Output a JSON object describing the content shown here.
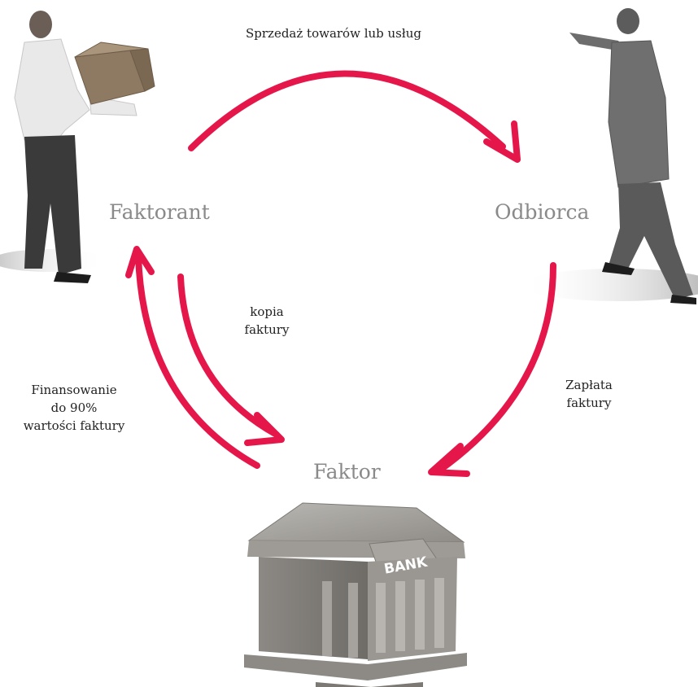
{
  "diagram": {
    "parties": {
      "faktorant": "Faktorant",
      "odbiorca": "Odbiorca",
      "faktor": "Faktor"
    },
    "flows": {
      "sale": "Sprzedaż towarów lub usług",
      "invoice_copy": [
        "kopia",
        "faktury"
      ],
      "payment": [
        "Zapłata",
        "faktury"
      ],
      "financing": [
        "Finansowanie",
        "do 90%",
        "wartości faktury"
      ]
    },
    "bank_sign": "BANK"
  },
  "colors": {
    "arrow": "#e5174a",
    "party_label": "#8a8a8a",
    "flow_label": "#222222"
  }
}
